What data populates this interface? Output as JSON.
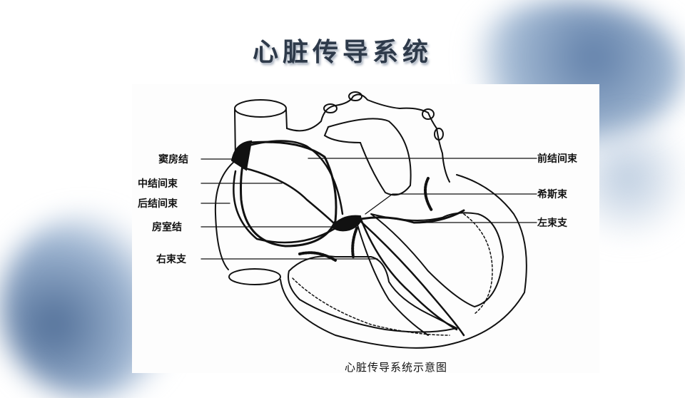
{
  "slide": {
    "title": "心脏传导系统",
    "caption": "心脏传导系统示意图"
  },
  "diagram": {
    "labels_left": [
      "窦房结",
      "中结间束",
      "后结间束",
      "房室结",
      "右束支"
    ],
    "labels_right": [
      "前结间束",
      "希斯束",
      "左束支"
    ]
  },
  "colors": {
    "wash_blue": "#8fa9c8",
    "wash_dark": "#4d6a93",
    "ink": "#111111"
  }
}
